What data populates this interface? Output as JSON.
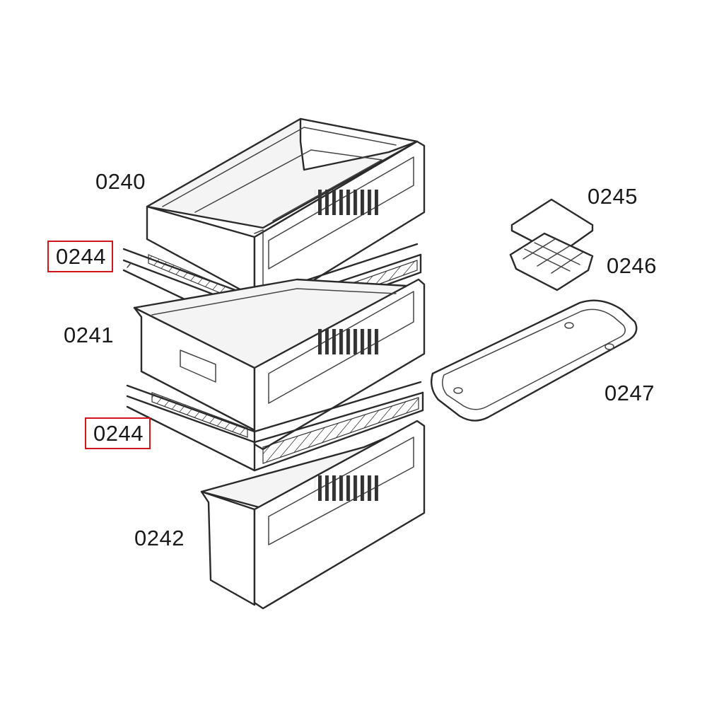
{
  "diagram": {
    "labels": {
      "drawer_top": "0240",
      "drawer_middle": "0241",
      "drawer_bottom": "0242",
      "wire_shelf_upper": "0244",
      "wire_shelf_lower": "0244",
      "ice_tray_lid": "0245",
      "ice_cube_tray": "0246",
      "tray": "0247"
    },
    "colors": {
      "highlight_box": "#d0161c",
      "line": "#2a2a2a",
      "background": "#ffffff"
    }
  }
}
